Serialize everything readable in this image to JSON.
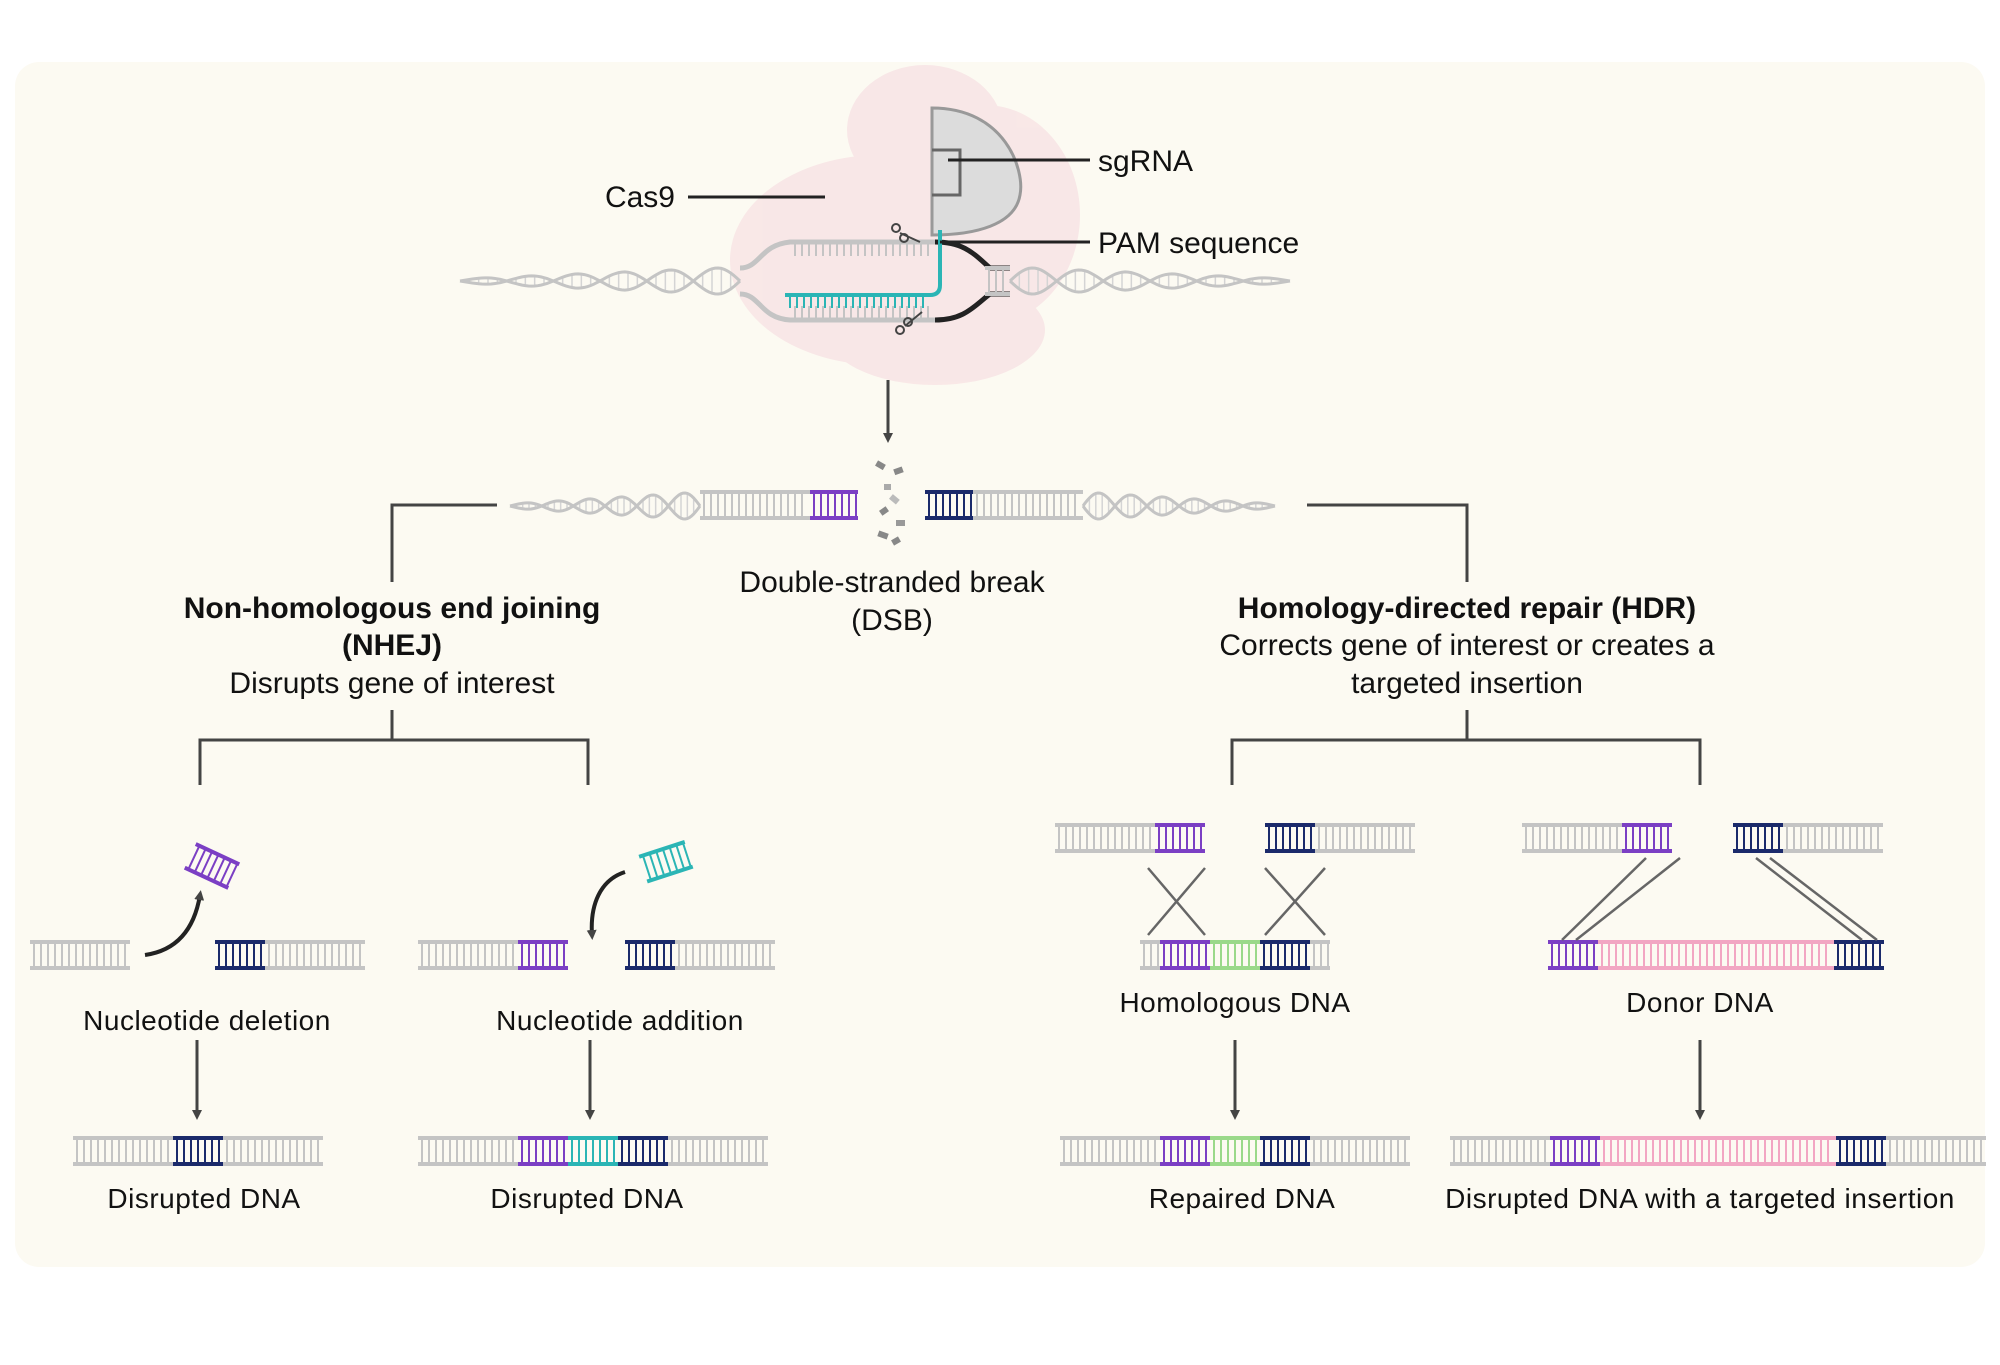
{
  "labels": {
    "cas9": "Cas9",
    "sgrna": "sgRNA",
    "pam": "PAM sequence",
    "dsb_line1": "Double-stranded break",
    "dsb_line2": "(DSB)",
    "nhej_title1": "Non-homologous end joining",
    "nhej_title2": "(NHEJ)",
    "nhej_sub": "Disrupts gene of interest",
    "hdr_title": "Homology-directed repair (HDR)",
    "hdr_sub1": "Corrects gene of interest or creates a",
    "hdr_sub2": "targeted insertion",
    "nuc_deletion": "Nucleotide deletion",
    "nuc_addition": "Nucleotide addition",
    "homologous_dna": "Homologous DNA",
    "donor_dna": "Donor DNA",
    "disrupted_1": "Disrupted DNA",
    "disrupted_2": "Disrupted DNA",
    "repaired": "Repaired DNA",
    "disrupted_insert": "Disrupted DNA with a targeted insertion"
  },
  "colors": {
    "panel": "#fcfaf2",
    "dna_gray": "#c4c4c4",
    "purple": "#7b3fc4",
    "navy": "#1b2a6b",
    "teal": "#2bb5b5",
    "green": "#9ad98a",
    "pink": "#f2a6c3",
    "connector": "#444444",
    "cas9_fill": "#f8e6e6",
    "sgrna_fill": "#dcdcdc"
  }
}
